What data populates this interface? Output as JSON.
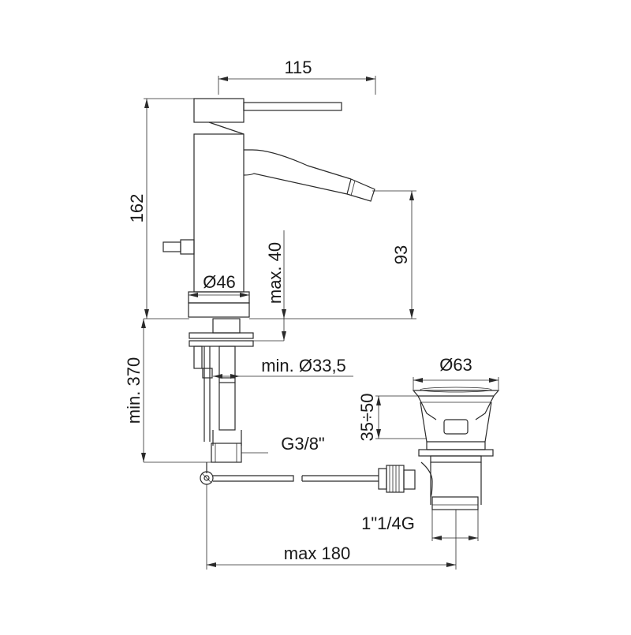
{
  "dimensions": {
    "width_top": "115",
    "height_total": "162",
    "spout_height": "93",
    "max_thickness": "max. 40",
    "base_diameter": "Ø46",
    "hole_diameter": "min. Ø33,5",
    "pipe_length": "min. 370",
    "connection": "G3/8\"",
    "drain_diameter": "Ø63",
    "drain_range": "35÷50",
    "drain_thread": "1\"1/4G",
    "rod_length": "max 180"
  }
}
